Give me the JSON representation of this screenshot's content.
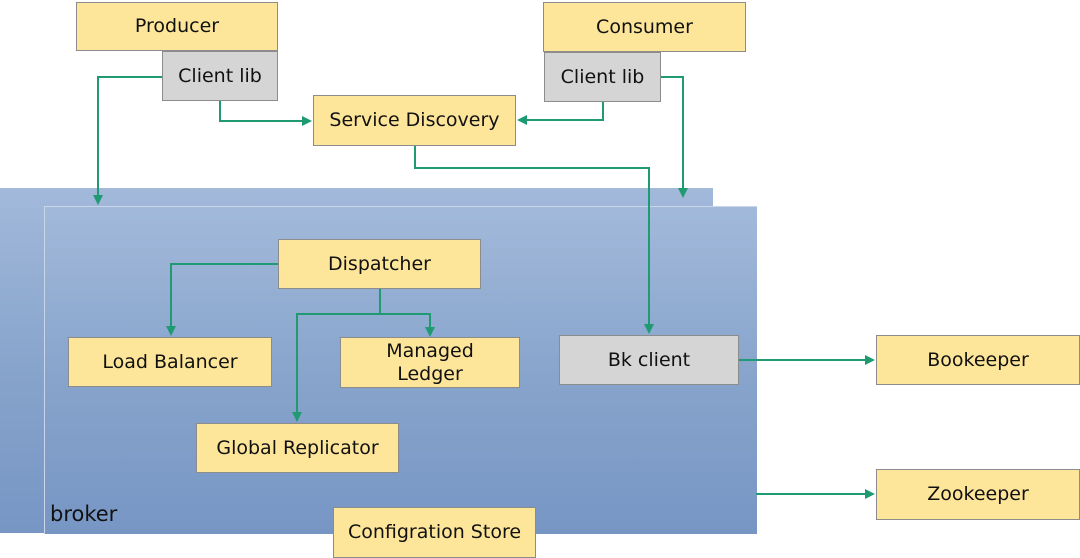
{
  "nodes": {
    "producer": "Producer",
    "producer_client_lib": "Client lib",
    "consumer": "Consumer",
    "consumer_client_lib": "Client lib",
    "service_discovery": "Service Discovery",
    "dispatcher": "Dispatcher",
    "load_balancer": "Load Balancer",
    "managed_ledger_line1": "Managed",
    "managed_ledger_line2": "Ledger",
    "global_replicator": "Global Replicator",
    "bk_client": "Bk client",
    "bookkeeper": "Bookeeper",
    "zookeeper": "Zookeeper",
    "configuration_store": "Configration Store"
  },
  "broker_label": "broker",
  "colors": {
    "box_fill": "#fde69a",
    "client_fill": "#d5d5d5",
    "arrow": "#1f9a72",
    "broker_panel": "#8ea8cf"
  }
}
